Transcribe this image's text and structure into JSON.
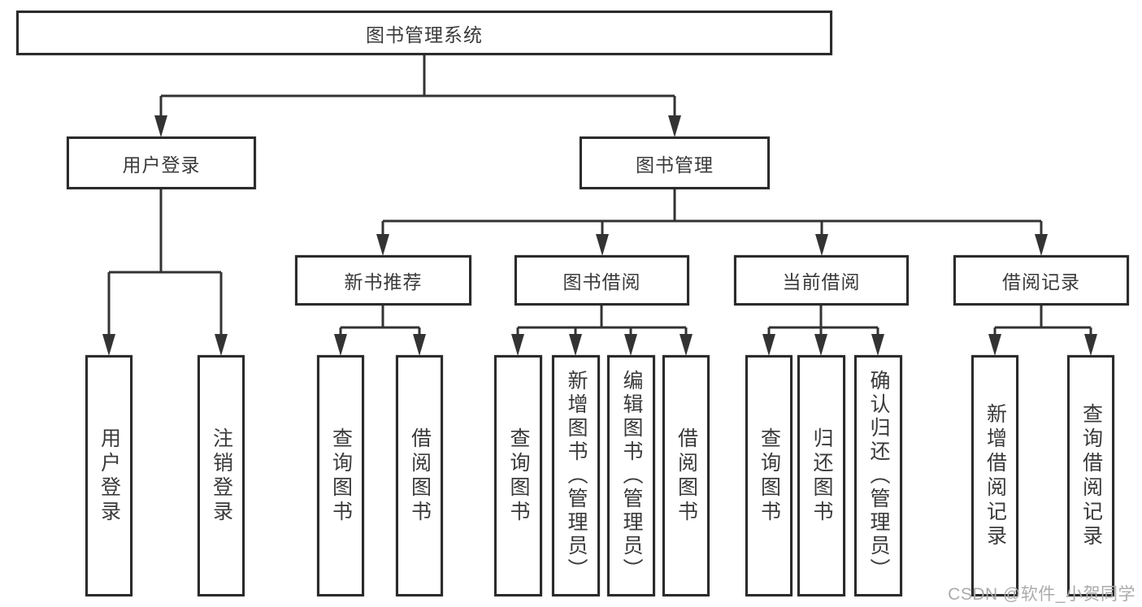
{
  "diagram": {
    "root": {
      "label": "图书管理系统"
    },
    "level2": [
      {
        "label": "用户登录",
        "leaves": [
          "用户登录",
          "注销登录"
        ]
      },
      {
        "label": "图书管理",
        "children": [
          {
            "label": "新书推荐",
            "leaves": [
              "查询图书",
              "借阅图书"
            ]
          },
          {
            "label": "图书借阅",
            "leaves": [
              "查询图书",
              "新增图书（管理员）",
              "编辑图书（管理员）",
              "借阅图书"
            ]
          },
          {
            "label": "当前借阅",
            "leaves": [
              "查询图书",
              "归还图书",
              "确认归还（管理员）"
            ]
          },
          {
            "label": "借阅记录",
            "leaves": [
              "新增借阅记录",
              "查询借阅记录"
            ]
          }
        ]
      }
    ]
  },
  "watermark": {
    "text": "CSDN @软件_小贺同学"
  },
  "colors": {
    "line": "#333333",
    "box_border": "#2b2b2b",
    "text": "#3a3a3a",
    "watermark": "#ababab",
    "background": "#ffffff"
  }
}
